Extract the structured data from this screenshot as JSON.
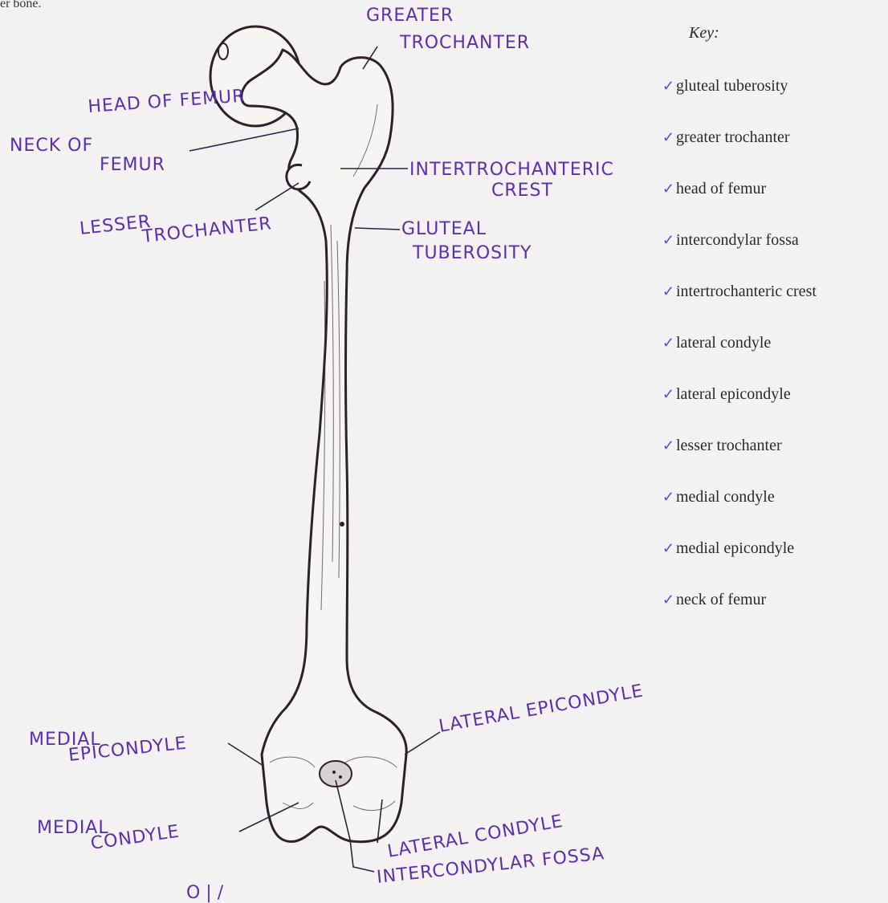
{
  "top_fragment": "er bone.",
  "bottom_fragment": "O   |  /",
  "key": {
    "title": "Key:",
    "items": [
      {
        "label": "gluteal tuberosity",
        "check": "✓"
      },
      {
        "label": "greater trochanter",
        "check": "✓"
      },
      {
        "label": "head of femur",
        "check": "✓"
      },
      {
        "label": "intercondylar fossa",
        "check": "✓"
      },
      {
        "label": "intertrochanteric crest",
        "check": "✓"
      },
      {
        "label": "lateral condyle",
        "check": "✓"
      },
      {
        "label": "lateral epicondyle",
        "check": "✓"
      },
      {
        "label": "lesser trochanter",
        "check": "✓"
      },
      {
        "label": "medial condyle",
        "check": "✓"
      },
      {
        "label": "medial epicondyle",
        "check": "✓"
      },
      {
        "label": "neck of femur",
        "check": "✓"
      }
    ]
  },
  "labels": {
    "greater_trochanter_1": "GREATER",
    "greater_trochanter_2": "TROCHANTER",
    "head_of_femur": "HEAD OF FEMUR",
    "neck_of_femur_1": "NECK OF",
    "neck_of_femur_2": "FEMUR",
    "intertrochanteric_1": "INTERTROCHANTERIC",
    "intertrochanteric_2": "CREST",
    "lesser_trochanter_1": "LESSER",
    "lesser_trochanter_2": "TROCHANTER",
    "gluteal_1": "GLUTEAL",
    "gluteal_2": "TUBEROSITY",
    "lateral_epicondyle": "LATERAL EPICONDYLE",
    "medial_epicondyle_1": "MEDIAL",
    "medial_epicondyle_2": "EPICONDYLE",
    "medial_condyle_1": "MEDIAL",
    "medial_condyle_2": "CONDYLE",
    "lateral_condyle": "LATERAL CONDYLE",
    "intercondylar_fossa": "INTERCONDYLAR FOSSA"
  },
  "colors": {
    "ink": "#5a2fb0",
    "bone_outline": "#2a2226",
    "paper": "#f4f1f2"
  }
}
